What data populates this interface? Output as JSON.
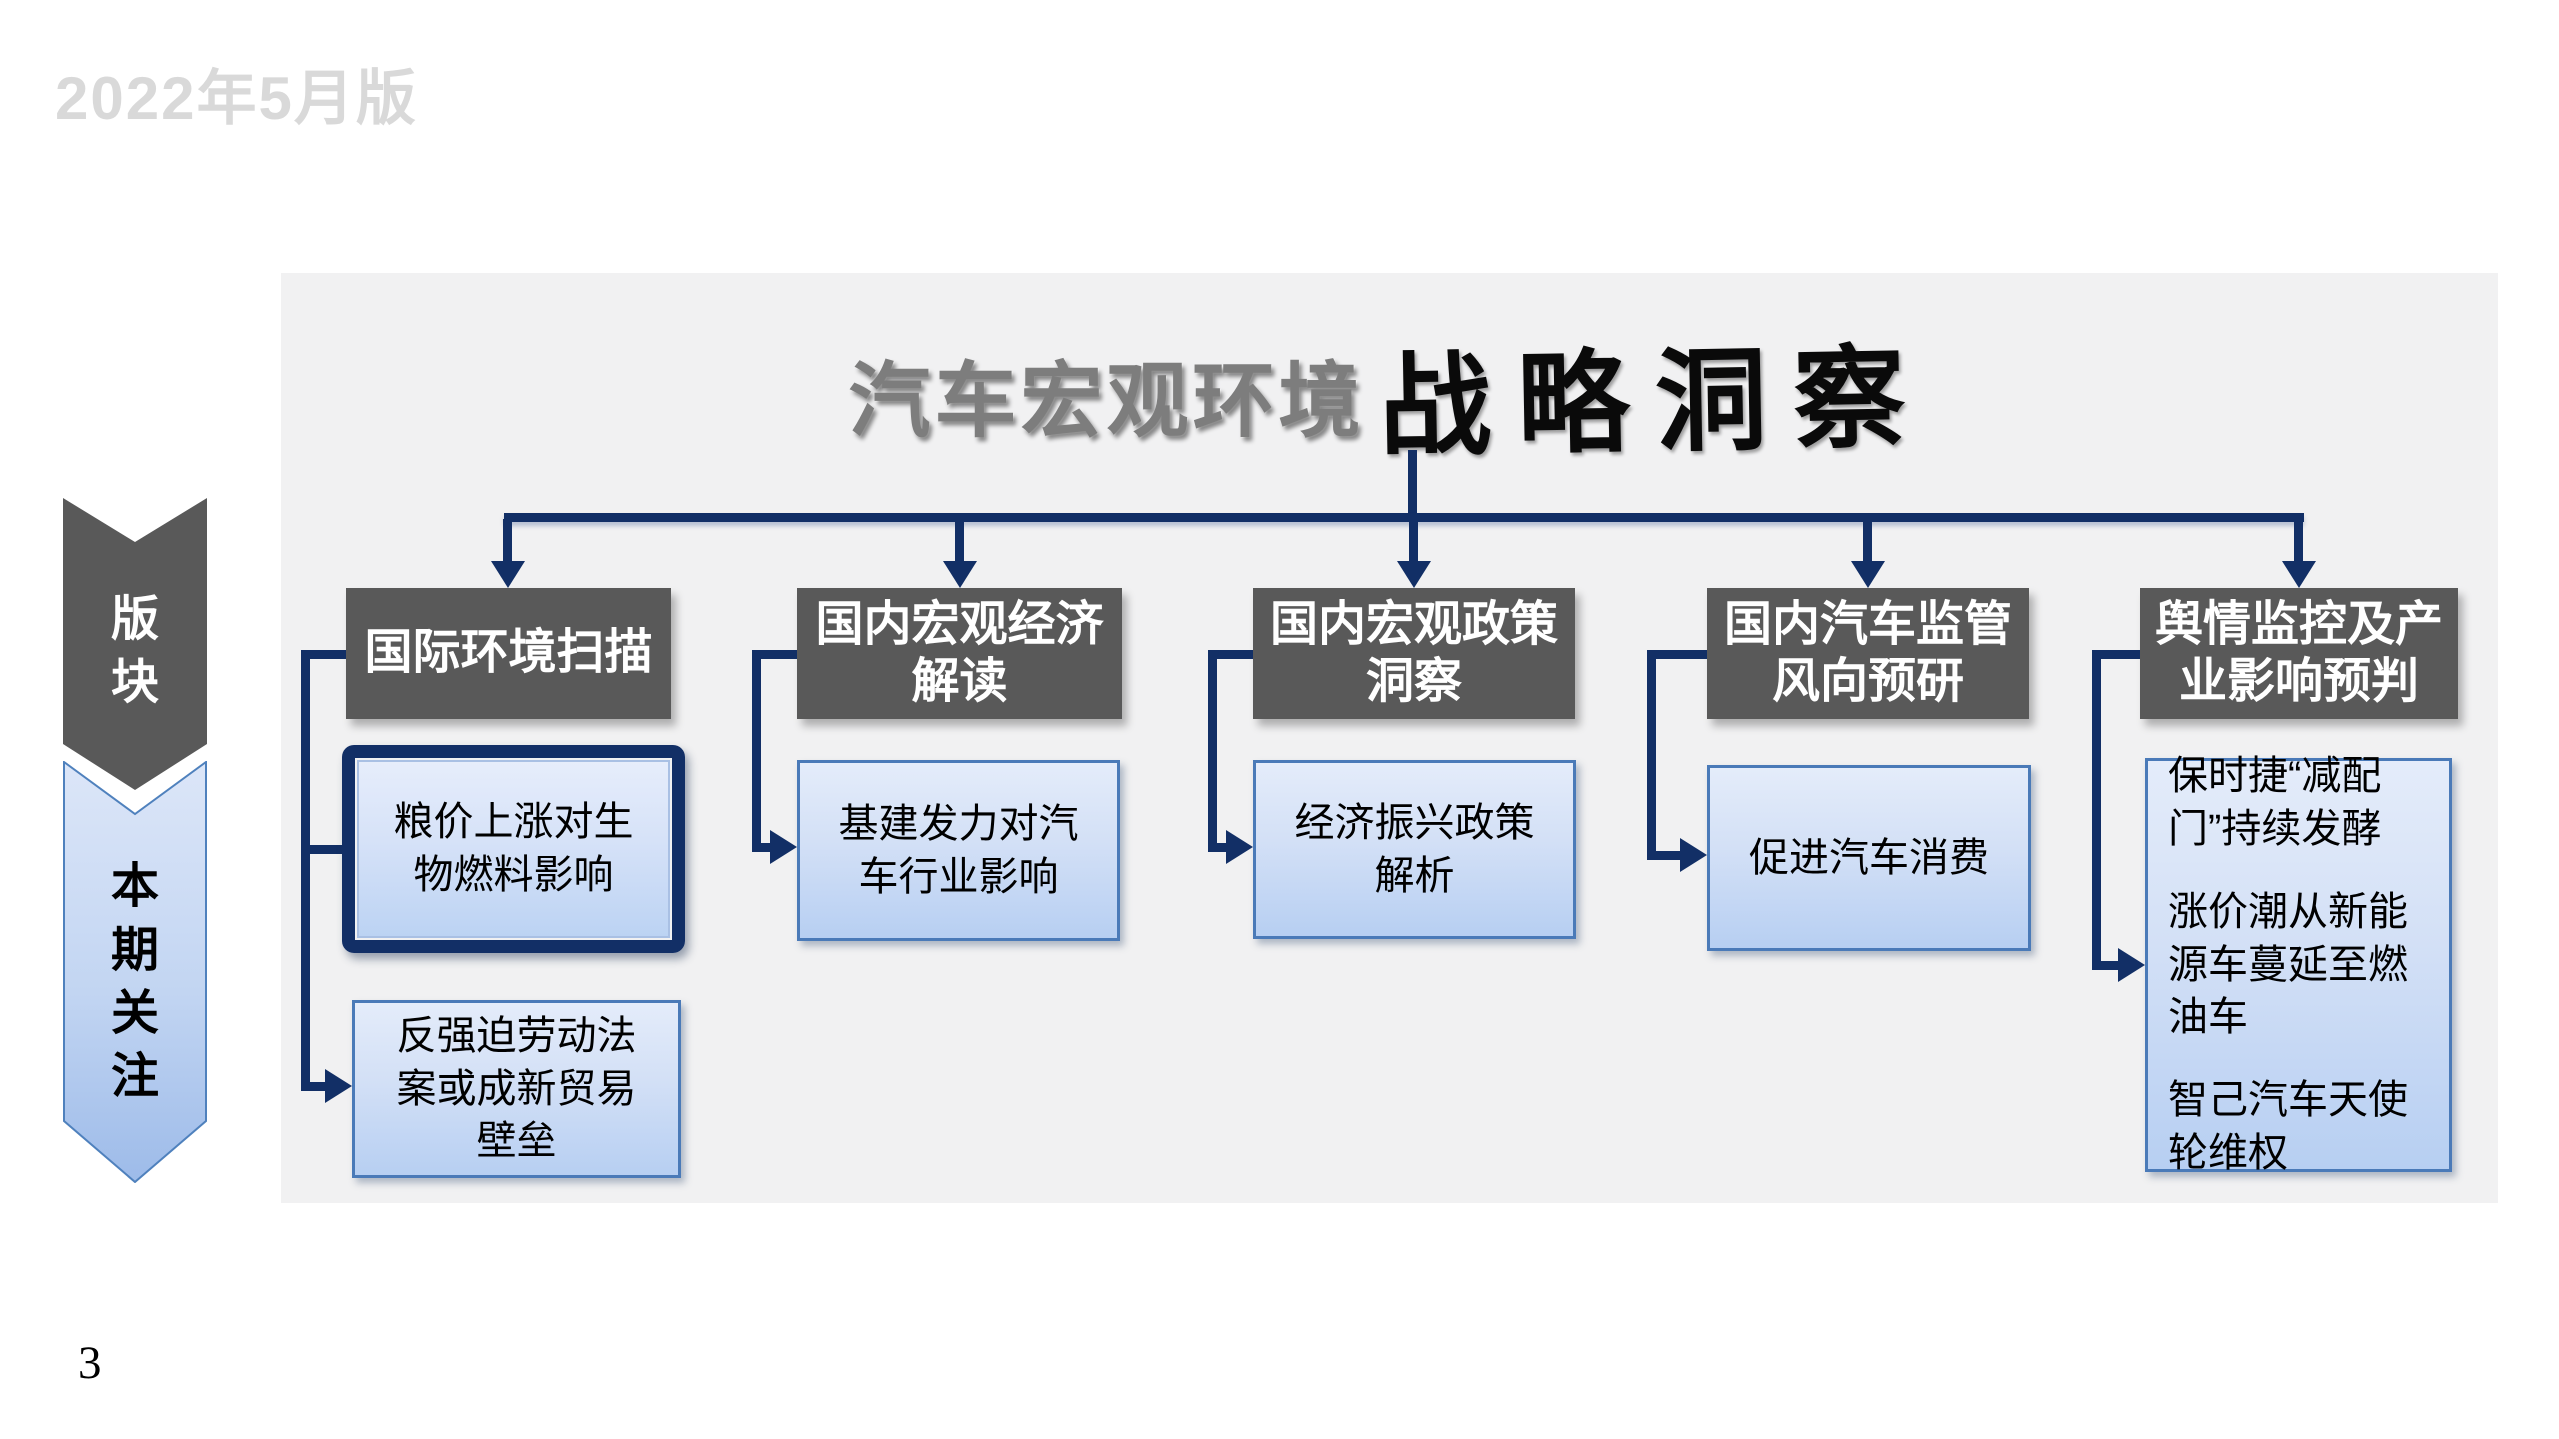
{
  "page": {
    "version_label": "2022年5月版",
    "page_number": "3"
  },
  "sidebar": {
    "blocks_label": "版块",
    "focus_label": "本期关注"
  },
  "title": {
    "gray_part": "汽车宏观环境",
    "black_part": "战略洞察"
  },
  "columns": [
    {
      "header": "国际环境扫描",
      "items": [
        {
          "text": "粮价上涨对生\n物燃料影响",
          "highlighted": true
        },
        {
          "text": "反强迫劳动法\n案或成新贸易\n壁垒",
          "highlighted": false
        }
      ]
    },
    {
      "header": "国内宏观经济\n解读",
      "items": [
        {
          "text": "基建发力对汽\n车行业影响",
          "highlighted": false
        }
      ]
    },
    {
      "header": "国内宏观政策\n洞察",
      "items": [
        {
          "text": "经济振兴政策\n解析",
          "highlighted": false
        }
      ]
    },
    {
      "header": "国内汽车监管\n风向预研",
      "items": [
        {
          "text": "促进汽车消费",
          "highlighted": false
        }
      ]
    },
    {
      "header": "舆情监控及产\n业影响预判",
      "items": [
        {
          "text": "保时捷“减配\n门”持续发酵",
          "highlighted": false
        },
        {
          "text": "涨价潮从新能\n源车蔓延至燃\n油车",
          "highlighted": false
        },
        {
          "text": "智己汽车天使\n轮维权",
          "highlighted": false
        }
      ]
    }
  ],
  "colors": {
    "connector_navy": "#122f66",
    "header_gray": "#595959",
    "panel_gray": "#f1f1f2",
    "item_fill_top": "#e4ecfa",
    "item_fill_bottom": "#b7cff2",
    "item_border": "#4a7ab8",
    "version_gray": "#d9d9d9",
    "chevron_blue_border": "#4f81bd"
  }
}
